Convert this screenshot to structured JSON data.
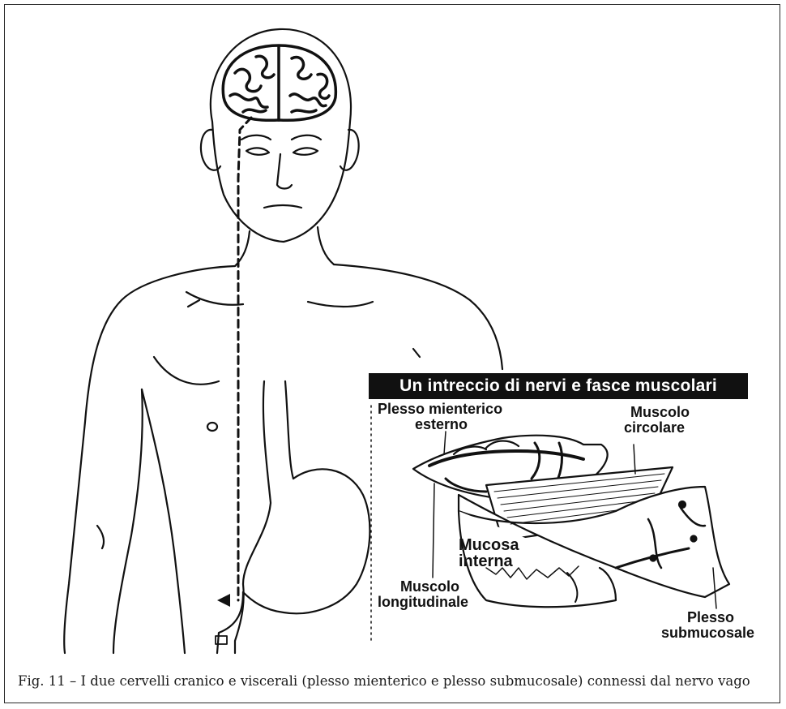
{
  "inset": {
    "title": "Un intreccio di nervi e fasce muscolari",
    "labels": {
      "plesso_mienterico": [
        "Plesso mienterico",
        "esterno"
      ],
      "muscolo_circolare": [
        "Muscolo",
        "circolare"
      ],
      "mucosa_interna": [
        "Mucosa",
        "interna"
      ],
      "muscolo_longitudinale": [
        "Muscolo",
        "longitudinale"
      ],
      "plesso_submucosale": [
        "Plesso",
        "submucosale"
      ]
    }
  },
  "caption": "Fig. 11 – I due cervelli cranico e viscerali (plesso mienterico e plesso submucosale) connessi dal nervo vago"
}
